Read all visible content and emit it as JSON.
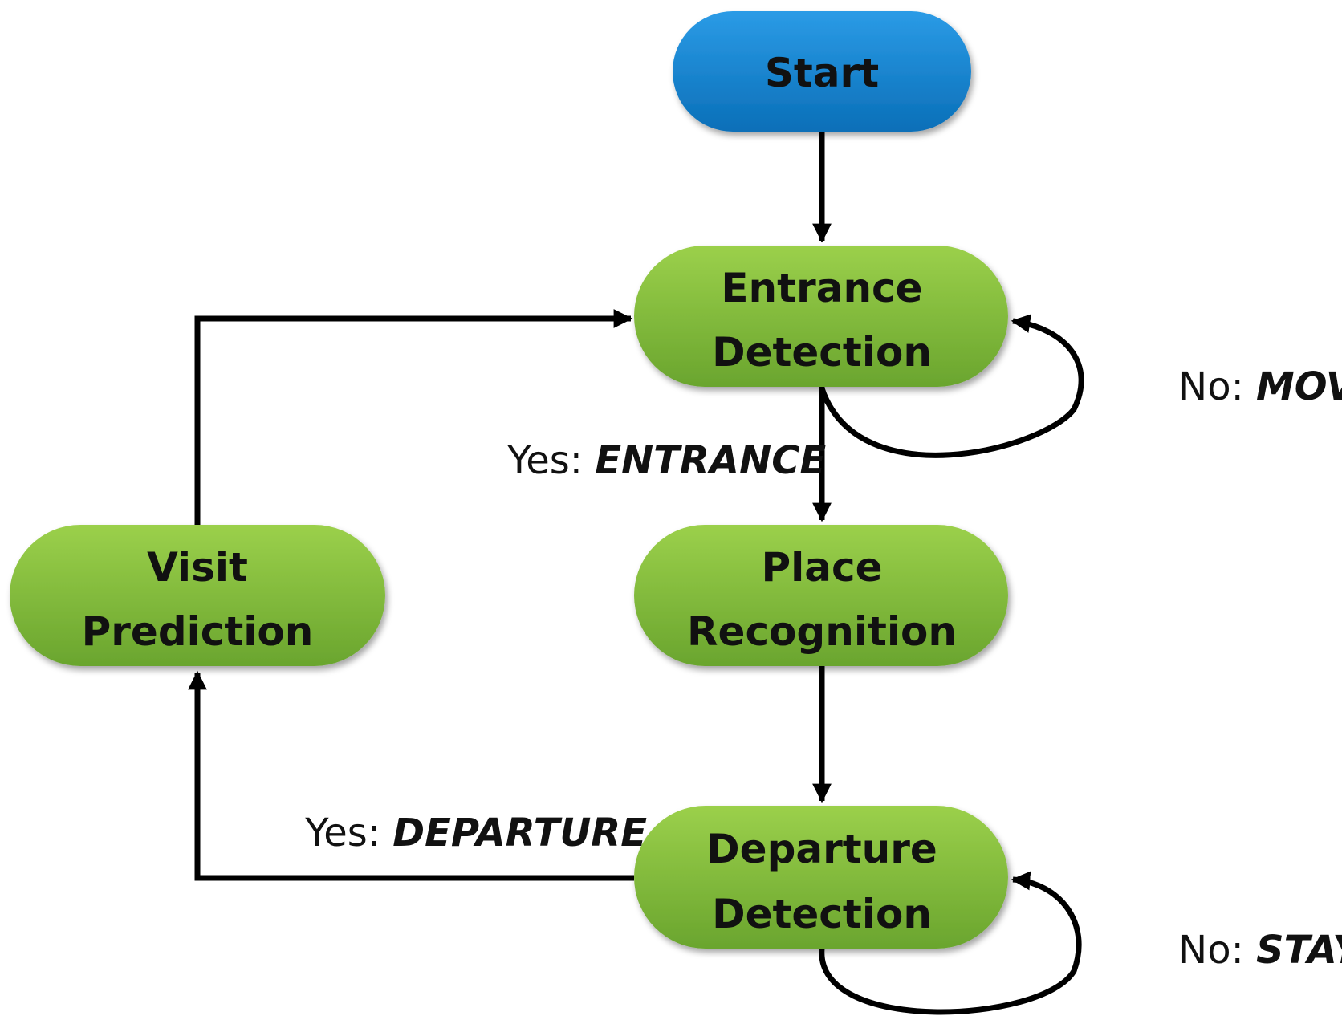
{
  "colors": {
    "start_fill": "#0a7fcf",
    "start_fill_light": "#2b9be6",
    "process_fill": "#7cb83a",
    "process_fill_light": "#9bd04b",
    "edge": "#000000"
  },
  "nodes": {
    "start": {
      "label": "Start"
    },
    "entrance_detection": {
      "line1": "Entrance",
      "line2": "Detection"
    },
    "place_recognition": {
      "line1": "Place",
      "line2": "Recognition"
    },
    "departure_detection": {
      "line1": "Departure",
      "line2": "Detection"
    },
    "visit_prediction": {
      "line1": "Visit",
      "line2": "Prediction"
    }
  },
  "edges": {
    "entrance_yes": {
      "prefix": "Yes: ",
      "value": "ENTRANCE"
    },
    "entrance_no": {
      "prefix": "No: ",
      "value": "MOVE"
    },
    "departure_yes": {
      "prefix": "Yes: ",
      "value": "DEPARTURE"
    },
    "departure_no": {
      "prefix": "No: ",
      "value": "STAY"
    }
  }
}
